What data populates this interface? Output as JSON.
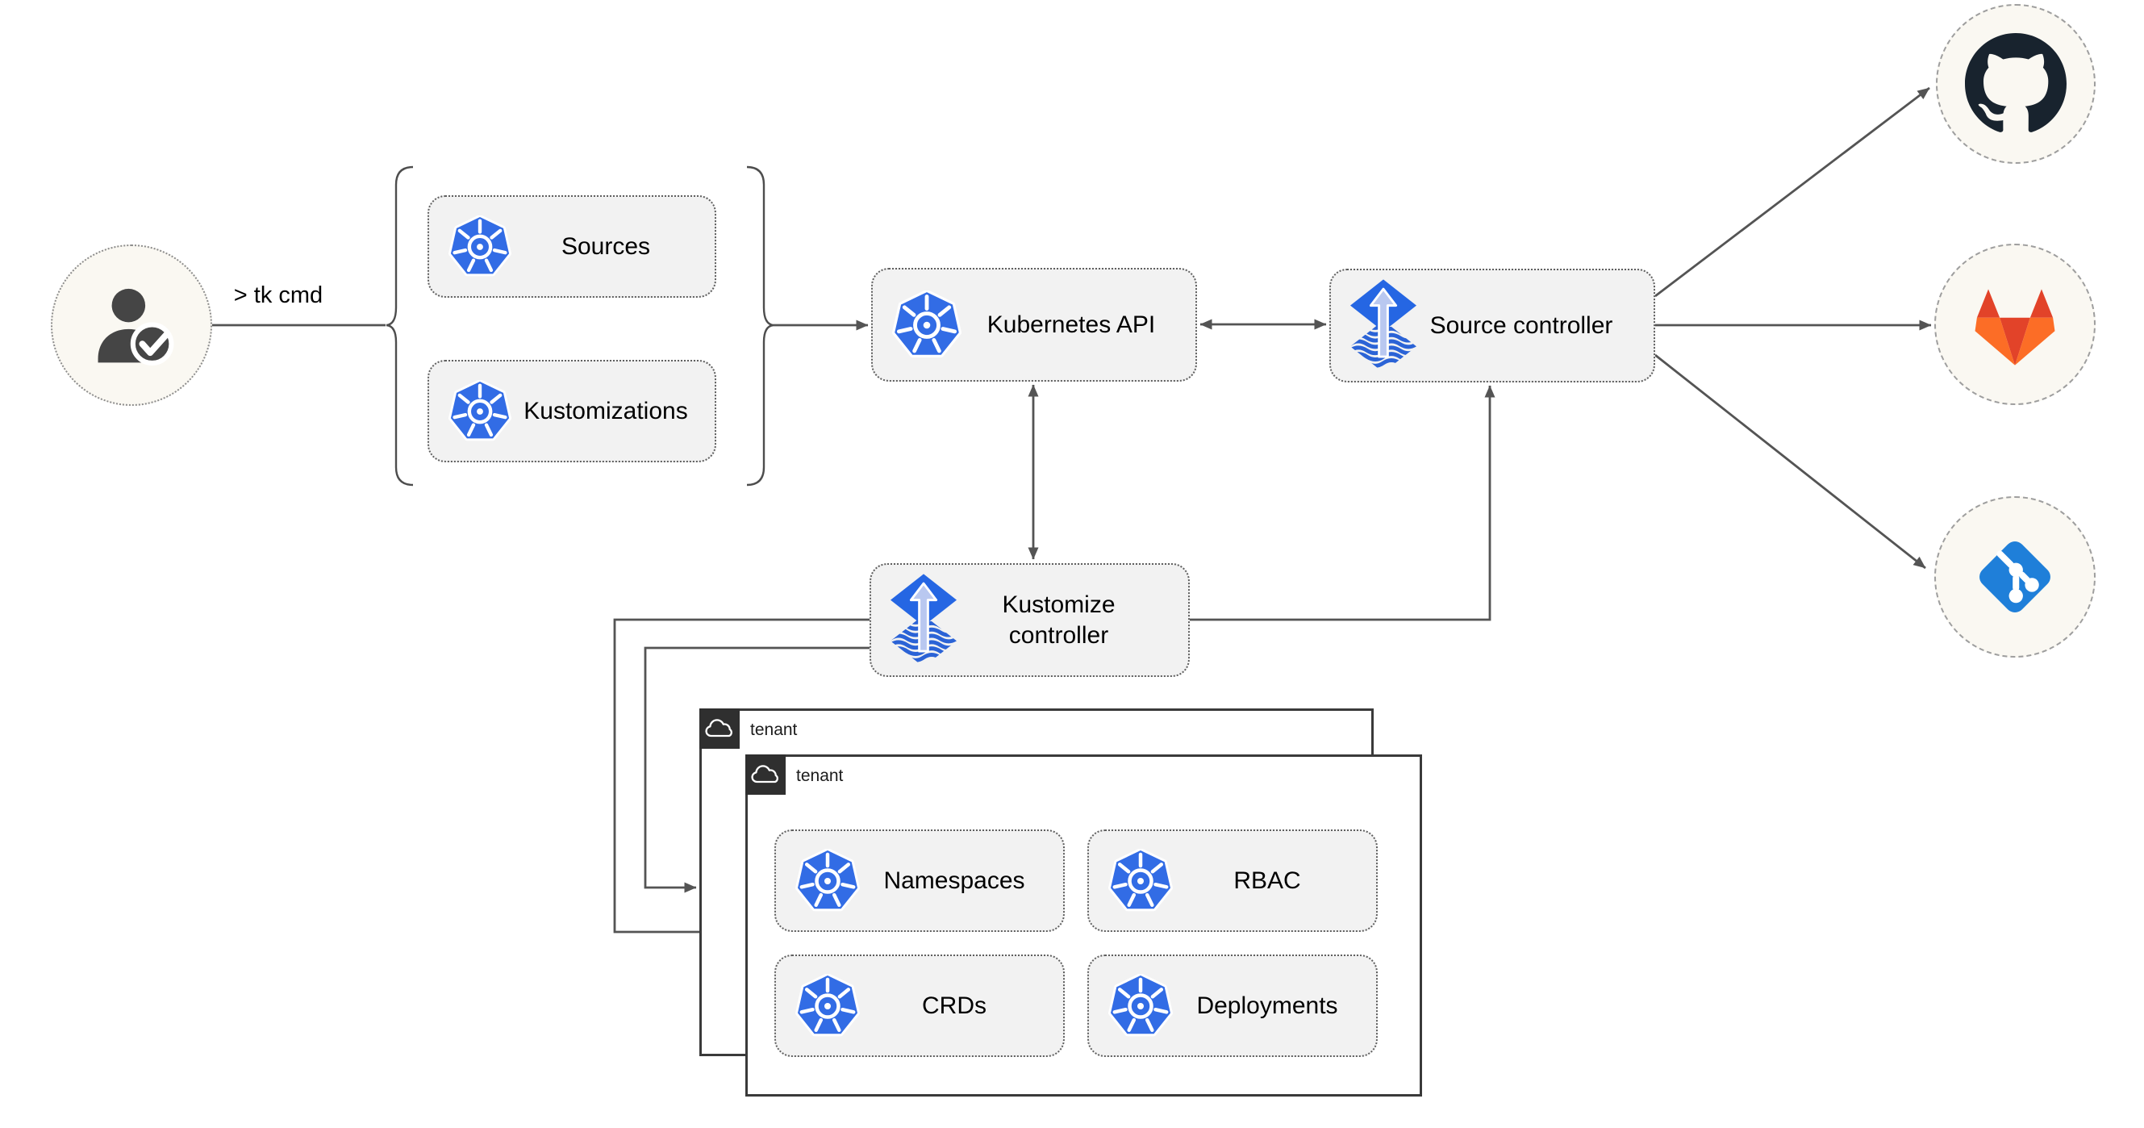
{
  "diagram": {
    "user_command": "> tk cmd",
    "bracket_group": {
      "items": [
        {
          "label": "Sources"
        },
        {
          "label": "Kustomizations"
        }
      ]
    },
    "kubernetes_api": {
      "label": "Kubernetes API"
    },
    "source_controller": {
      "label": "Source controller"
    },
    "kustomize_controller": {
      "label": "Kustomize controller"
    },
    "tenant_back": {
      "label": "tenant"
    },
    "tenant_front": {
      "label": "tenant",
      "resources": [
        {
          "label": "Namespaces"
        },
        {
          "label": "RBAC"
        },
        {
          "label": "CRDs"
        },
        {
          "label": "Deployments"
        }
      ]
    },
    "git_providers": [
      {
        "name": "GitHub"
      },
      {
        "name": "GitLab"
      },
      {
        "name": "Git"
      }
    ],
    "colors": {
      "kubernetes_blue": "#326ce5",
      "flux_diamond_blue": "#2566e3",
      "flux_arrow_light": "#b9c8f0",
      "flux_waves_blue": "#2b63d6",
      "github_dark": "#18232e",
      "gitlab_red": "#e24329",
      "gitlab_orange": "#fc6d26",
      "git_blue": "#1f7fd9",
      "edge_gray": "#545454",
      "node_fill": "#f2f2f2",
      "circle_fill": "#faf8f2",
      "tenant_tab_dark": "#2f2f2f"
    }
  }
}
